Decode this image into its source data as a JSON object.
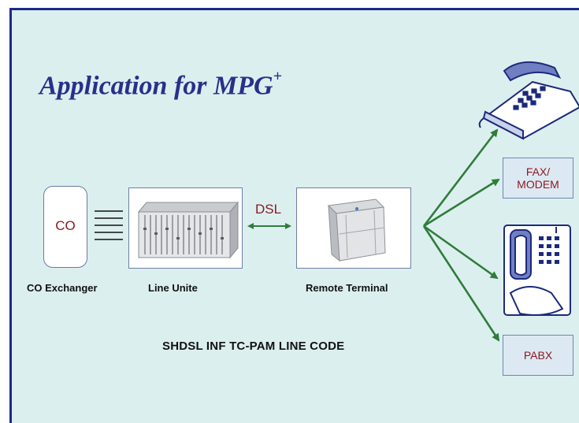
{
  "title": {
    "main": "Application for MPG",
    "sup": "+"
  },
  "nodes": {
    "co_label": "CO",
    "co_caption": "CO Exchanger",
    "line_caption": "Line Unite",
    "remote_caption": "Remote Terminal",
    "link_label": "DSL"
  },
  "line_code": "SHDSL INF TC-PAM LINE CODE",
  "terminals": [
    {
      "label": "FAX/\nMODEM",
      "icon": "fax-modem"
    },
    {
      "label": "PABX",
      "icon": "pabx"
    },
    {
      "icon": "telephone"
    },
    {
      "icon": "payphone"
    }
  ],
  "colors": {
    "background": "#dcefef",
    "border": "#1b2a86",
    "title": "#2a2f8a",
    "label_red": "#8b1a22",
    "arrow_green": "#2e7d3a"
  }
}
